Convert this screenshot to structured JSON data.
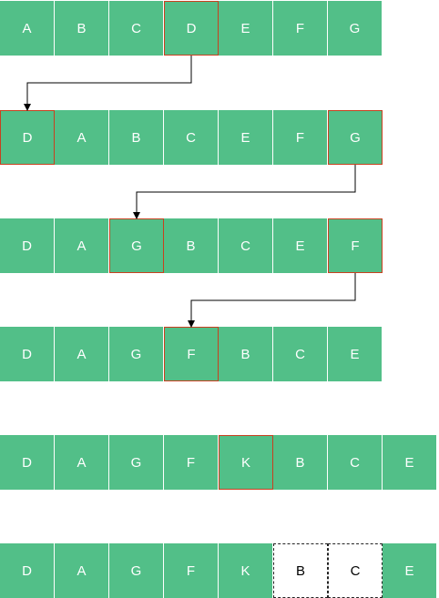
{
  "colors": {
    "cell_fill": "#52bf88",
    "cell_text": "#ffffff",
    "highlight_border": "#c8401f",
    "empty_fill": "#ffffff",
    "empty_text": "#000000"
  },
  "rows": [
    {
      "cells": [
        {
          "label": "A"
        },
        {
          "label": "B"
        },
        {
          "label": "C"
        },
        {
          "label": "D",
          "highlight": true
        },
        {
          "label": "E"
        },
        {
          "label": "F"
        },
        {
          "label": "G"
        }
      ]
    },
    {
      "cells": [
        {
          "label": "D",
          "highlight": true
        },
        {
          "label": "A"
        },
        {
          "label": "B"
        },
        {
          "label": "C"
        },
        {
          "label": "E"
        },
        {
          "label": "F"
        },
        {
          "label": "G",
          "highlight": true
        }
      ]
    },
    {
      "cells": [
        {
          "label": "D"
        },
        {
          "label": "A"
        },
        {
          "label": "G",
          "highlight": true
        },
        {
          "label": "B"
        },
        {
          "label": "C"
        },
        {
          "label": "E"
        },
        {
          "label": "F",
          "highlight": true
        }
      ]
    },
    {
      "cells": [
        {
          "label": "D"
        },
        {
          "label": "A"
        },
        {
          "label": "G"
        },
        {
          "label": "F",
          "highlight": true
        },
        {
          "label": "B"
        },
        {
          "label": "C"
        },
        {
          "label": "E"
        }
      ]
    },
    {
      "cells": [
        {
          "label": "D"
        },
        {
          "label": "A"
        },
        {
          "label": "G"
        },
        {
          "label": "F"
        },
        {
          "label": "K",
          "highlight": true
        },
        {
          "label": "B"
        },
        {
          "label": "C"
        },
        {
          "label": "E"
        }
      ]
    },
    {
      "cells": [
        {
          "label": "D"
        },
        {
          "label": "A"
        },
        {
          "label": "G"
        },
        {
          "label": "F"
        },
        {
          "label": "K"
        },
        {
          "label": "B",
          "empty": true
        },
        {
          "label": "C",
          "empty": true
        },
        {
          "label": "E"
        }
      ]
    }
  ],
  "arrows": [
    {
      "from_row": 0,
      "from_cell": 3,
      "to_row": 1,
      "to_cell": 0
    },
    {
      "from_row": 1,
      "from_cell": 6,
      "to_row": 2,
      "to_cell": 2
    },
    {
      "from_row": 2,
      "from_cell": 6,
      "to_row": 3,
      "to_cell": 3
    }
  ]
}
